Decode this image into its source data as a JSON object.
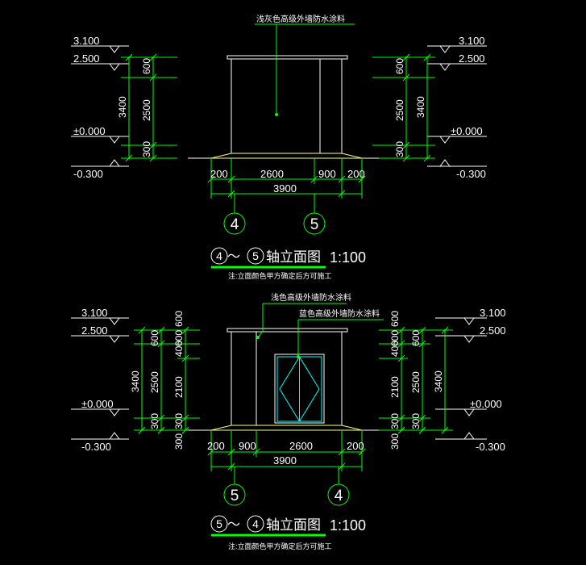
{
  "colors": {
    "background": "#000000",
    "dimension": "#00ff00",
    "outline": "#ffffff",
    "glass": "#00ffff",
    "plinth": "#ffff80",
    "underline": "#00ff00"
  },
  "elev1": {
    "title_num_a": "4",
    "title_num_b": "5",
    "title_tilde": "～",
    "title_text": "轴立面图",
    "scale": "1:100",
    "note": "注:立面颜色甲方确定后方可施工",
    "callout": "浅灰色高级外墙防水涂料",
    "grid_left": "4",
    "grid_right": "5",
    "levels_left": [
      "3.100",
      "2.500",
      "±0.000",
      "-0.300"
    ],
    "levels_right": [
      "3.100",
      "2.500",
      "±0.000",
      "-0.300"
    ],
    "vdims_left": [
      "600",
      "2500",
      "300",
      "3400"
    ],
    "vdims_right": [
      "600",
      "2500",
      "300",
      "3400"
    ],
    "hdims": [
      "200",
      "2600",
      "900",
      "200"
    ],
    "total": "3900"
  },
  "elev2": {
    "title_num_a": "5",
    "title_num_b": "4",
    "title_tilde": "～",
    "title_text": "轴立面图",
    "scale": "1:100",
    "note": "注:立面颜色甲方确定后方可施工",
    "callout1": "浅色高级外墙防水涂料",
    "callout2": "蓝色高级外墙防水涂料",
    "grid_left": "5",
    "grid_right": "4",
    "levels_left": [
      "3.100",
      "2.500",
      "±0.000",
      "-0.300"
    ],
    "levels_right": [
      "3.100",
      "2.500",
      "±0.000",
      "-0.300"
    ],
    "vdims_left": [
      "600",
      "400",
      "2100",
      "300",
      "3400",
      "600",
      "2500",
      "300"
    ],
    "vdims_right": [
      "600",
      "400",
      "2100",
      "300",
      "600",
      "2500",
      "300",
      "3400"
    ],
    "hdims": [
      "200",
      "900",
      "2600",
      "200"
    ],
    "total": "3900"
  }
}
